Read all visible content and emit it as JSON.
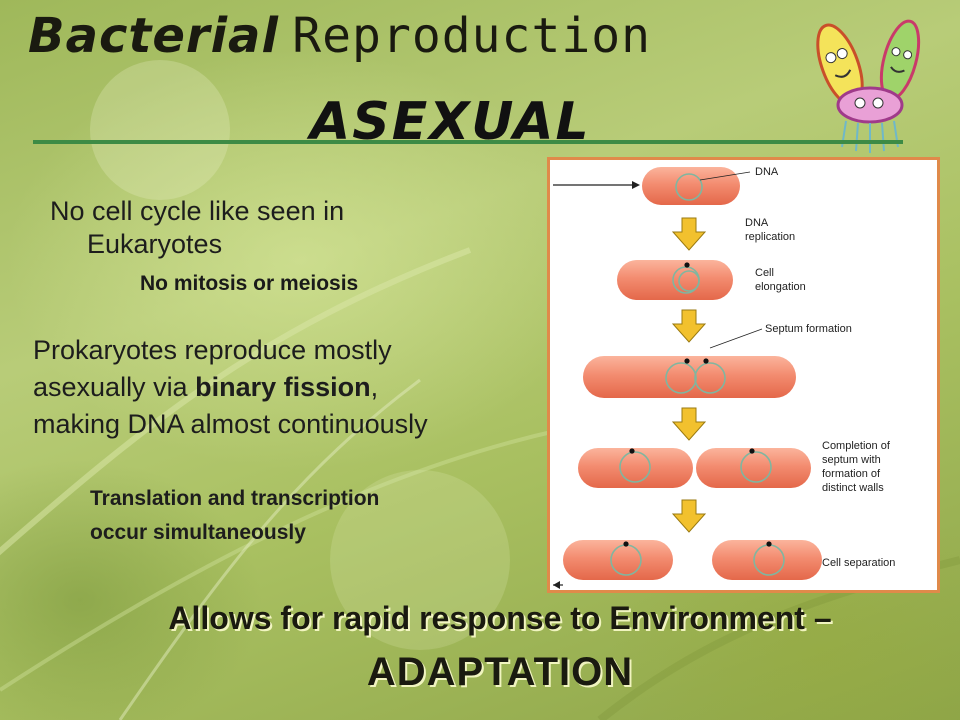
{
  "slide": {
    "title_word1": "Bacterial",
    "title_word2": "Reproduction",
    "subtitle": "ASEXUAL",
    "point1_line1": "No cell cycle like seen in",
    "point1_line2": "Eukaryotes",
    "point1_sub": "No mitosis or meiosis",
    "point2_line1": "Prokaryotes reproduce mostly",
    "point2_line2_pre": "asexually via ",
    "point2_line2_bold": "binary fission",
    "point2_line2_post": ",",
    "point2_line3": "making DNA almost continuously",
    "point3_line1": "Translation and transcription",
    "point3_line2": "occur simultaneously",
    "bottom_line1": "Allows for rapid response to Environment –",
    "bottom_line2": "ADAPTATION"
  },
  "diagram": {
    "label_dna": "DNA",
    "label_replication_1": "DNA",
    "label_replication_2": "replication",
    "label_elongation_1": "Cell",
    "label_elongation_2": "elongation",
    "label_septum": "Septum formation",
    "label_completion_1": "Completion of",
    "label_completion_2": "septum with",
    "label_completion_3": "formation of",
    "label_completion_4": "distinct walls",
    "label_separation": "Cell separation"
  },
  "colors": {
    "rule": "#3d8b45",
    "cell_fill": "#f38c70",
    "arrow_fill": "#f2c12e",
    "diagram_border": "#e08a4a"
  }
}
